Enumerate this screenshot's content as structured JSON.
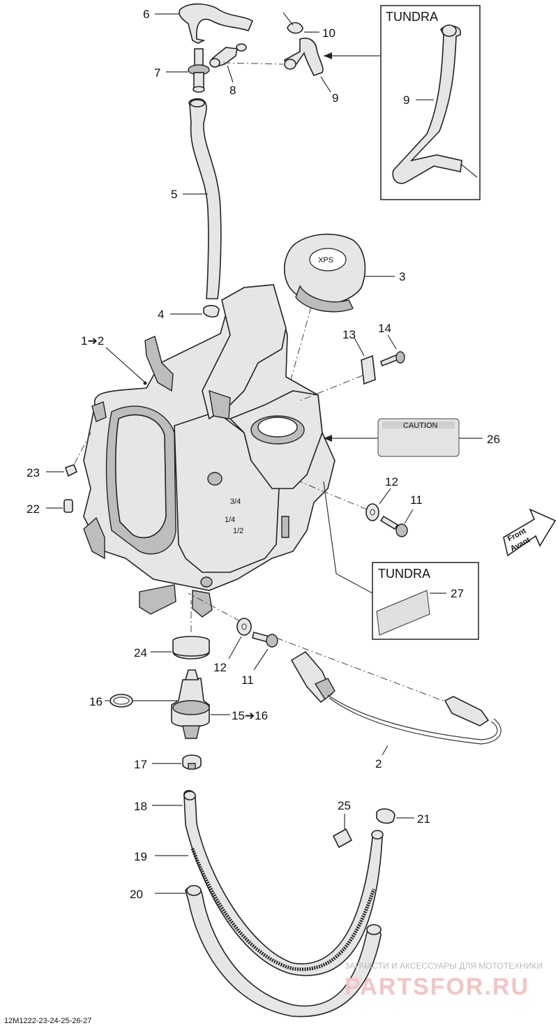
{
  "callouts": {
    "c6": "6",
    "c10": "10",
    "c7": "7",
    "c8": "8",
    "c9a": "9",
    "c9b": "9",
    "c5": "5",
    "c3": "3",
    "c4": "4",
    "c1": "1➔2",
    "c13": "13",
    "c14": "14",
    "c26": "26",
    "c23": "23",
    "c22": "22",
    "c12a": "12",
    "c11a": "11",
    "c27": "27",
    "c24": "24",
    "c12b": "12",
    "c11b": "11",
    "c16": "16",
    "c15": "15➔16",
    "c2": "2",
    "c17": "17",
    "c18": "18",
    "c25": "25",
    "c21": "21",
    "c19": "19",
    "c20": "20"
  },
  "tundra_box_top": {
    "title": "TUNDRA"
  },
  "tundra_box_bottom": {
    "title": "TUNDRA"
  },
  "caution_label": {
    "text": "CAUTION"
  },
  "front_arrow": {
    "line1": "Front",
    "line2": "Avant"
  },
  "cap_logo": "XPS",
  "fill_marks": {
    "full": "3/4",
    "half": "1/2",
    "quarter": "1/4"
  },
  "watermark": {
    "line1": "ЗАПЧАСТИ И АКСЕССУАРЫ ДЛЯ МОТОТЕХНИКИ",
    "line2": "PARTSFOR.RU"
  },
  "figure_id": "12M1222-23-24-25-26-27"
}
